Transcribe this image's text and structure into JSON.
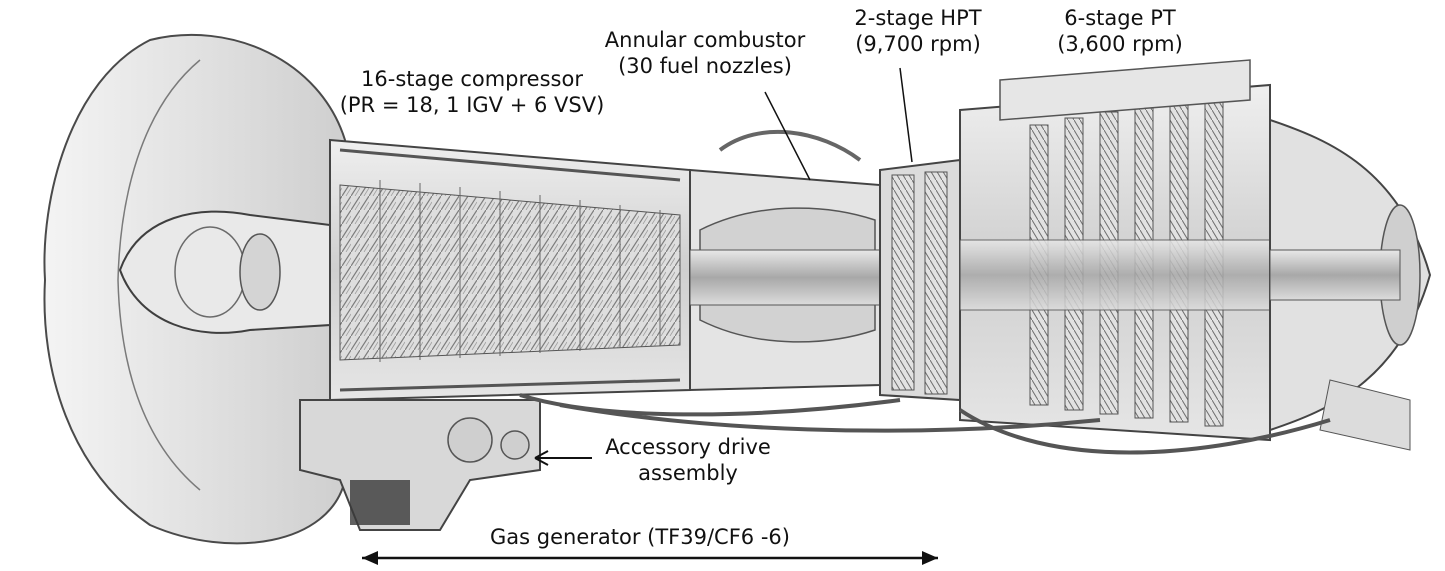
{
  "labels": {
    "compressor": {
      "line1": "16-stage compressor",
      "line2": "(PR = 18, 1 IGV + 6 VSV)"
    },
    "combustor": {
      "line1": "Annular combustor",
      "line2": "(30 fuel nozzles)"
    },
    "hpt": {
      "line1": "2-stage HPT",
      "line2": "(9,700 rpm)"
    },
    "pt": {
      "line1": "6-stage PT",
      "line2": "(3,600 rpm)"
    },
    "accessory": {
      "line1": "Accessory drive",
      "line2": "assembly"
    },
    "gas_generator": "Gas generator (TF39/CF6 -6)"
  },
  "colors": {
    "ink": "#3a3a3a",
    "casing": "#d9d9d9",
    "casing_dark": "#b5b5b5",
    "blade": "#8c8c8c",
    "label": "#111111"
  }
}
